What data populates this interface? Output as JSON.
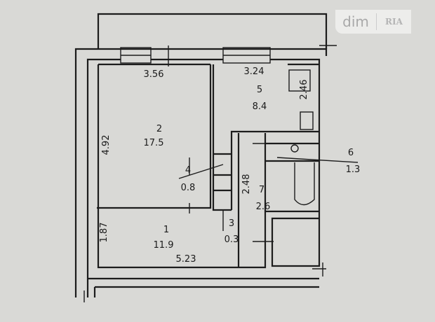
{
  "watermark": {
    "left": "dim",
    "right": "RIA"
  },
  "rooms": [
    {
      "number": "1",
      "area": "11.9"
    },
    {
      "number": "2",
      "area": "17.5"
    },
    {
      "number": "3",
      "area": "0.3"
    },
    {
      "number": "4",
      "area": "0.8"
    },
    {
      "number": "5",
      "area": "8.4"
    },
    {
      "number": "6",
      "area": "1.3"
    },
    {
      "number": "7",
      "area": "2.6"
    }
  ],
  "dimensions": {
    "room2_width": "3.56",
    "room5_width": "3.24",
    "room5_depth": "2.46",
    "room2_depth": "4.92",
    "hall_depth": "2.48",
    "room1_depth": "1.87",
    "room1_width": "5.23"
  }
}
